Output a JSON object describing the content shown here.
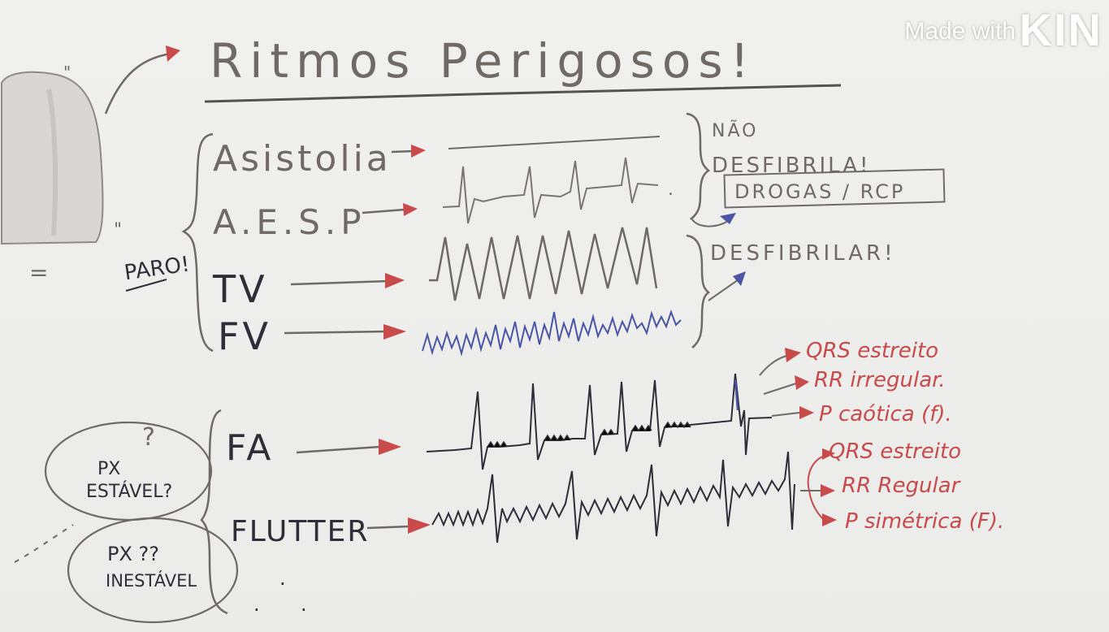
{
  "title": "Ritmos Perigosos!",
  "watermark": {
    "prefix": "Made with",
    "brand": "KIN"
  },
  "group_arrest": {
    "label": "PARO!",
    "rhythms": [
      "Asistolia",
      "A.E.S.P",
      "TV",
      "FV"
    ]
  },
  "notes_no_shock": {
    "line1": "NÃO",
    "line2": "DESFIBRILA!",
    "box": "DROGAS / RCP"
  },
  "note_shock": "DESFIBRILAR!",
  "group_stable": {
    "circle_stable": {
      "line1": "PX",
      "line2": "ESTÁVEL?"
    },
    "circle_unstable": {
      "line1": "PX ??",
      "line2": "INESTÁVEL"
    },
    "question_mark": "?",
    "rhythms": [
      "FA",
      "FLUTTER"
    ]
  },
  "fa_notes": [
    "QRS estreito",
    "RR irregular.",
    "P caótica (f)."
  ],
  "flutter_notes": [
    "QRS estreito",
    "RR Regular",
    "P simétrica (F)."
  ],
  "colors": {
    "ink": "#6f6a66",
    "dark_ink": "#2f2e38",
    "red": "#c94a4a",
    "blue": "#4a55a8"
  },
  "icons": [
    "arrow-icon",
    "brace-icon",
    "ecg-trace-icon"
  ]
}
